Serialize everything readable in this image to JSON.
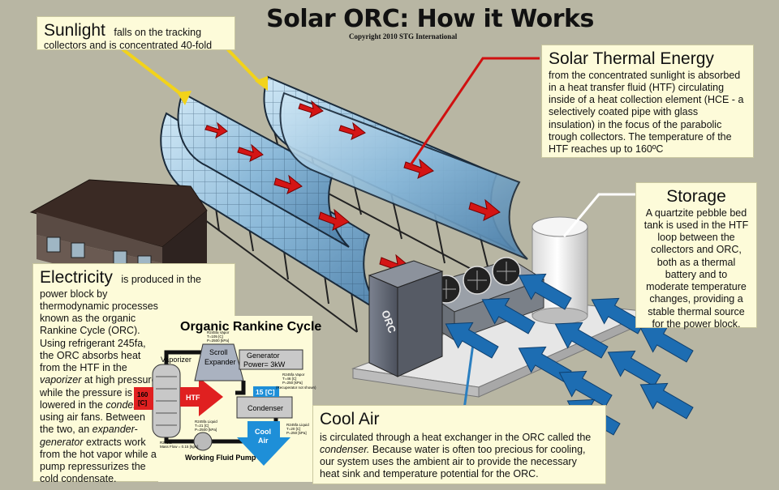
{
  "title": "Solar ORC: How it Works",
  "copyright": "Copyright 2010 STG International",
  "sunlight": {
    "heading": "Sunlight",
    "line1": "falls on the tracking",
    "line2": "collectors and is concentrated 40-fold"
  },
  "thermal": {
    "heading": "Solar Thermal Energy",
    "body": "from the concentrated sunlight is absorbed in a heat transfer fluid (HTF) circulating inside of a heat collection element (HCE - a selectively coated pipe with glass insulation) in the focus of the parabolic trough collectors.  The temperature of the HTF reaches up to 160ºC"
  },
  "storage": {
    "heading": "Storage",
    "body": "A quartzite pebble bed tank is used in the HTF loop between the collectors and ORC, both as a thermal battery and to moderate temperature changes, providing a stable thermal source for the power block."
  },
  "electricity": {
    "heading": "Electricity",
    "line1": "is produced in the",
    "p1": "power block by thermodynamic processes known as the organic Rankine Cycle (ORC). Using refrigerant 245fa, the ORC absorbs heat from the HTF in the",
    "vaporizer": "vaporizer",
    "p2": "at high pressure, while the pressure is lowered in the",
    "condenser": "condenser",
    "p3": "using air fans. Between the two, an",
    "expander": "expander-generator",
    "p4": "extracts work from the hot vapor while a pump repressurizes the cold condensate."
  },
  "coolair": {
    "heading": "Cool Air",
    "p1": "is circulated through a heat exchanger in the ORC called the",
    "condenser": "condenser.",
    "p2": "Because water is often too precious for cooling, our system uses the ambient air to provide the necessary heat sink and temperature potential for the ORC."
  },
  "cycle": {
    "title": "Organic Rankine Cycle",
    "vaporizer": "Vaporizer",
    "scroll": "Scroll",
    "expander": "Expander",
    "generator": "Generator",
    "power": "Power= 3kW",
    "htf": "HTF",
    "hot_temp": "160",
    "hot_unit": "[C]",
    "cold_temp": "15 [C]",
    "condenser": "Condenser",
    "cool": "Cool",
    "air": "Air",
    "pump": "Working Fluid Pump",
    "vapor_hi_1": "R245fa Vapor",
    "vapor_hi_2": "T=105 [C]",
    "vapor_hi_3": "P=2500 [kPa]",
    "vapor_lo_1": "R245fa Vapor",
    "vapor_lo_2": "T=46 [C]",
    "vapor_lo_3": "P=250 [kPa]",
    "vapor_lo_4": "(Recuperator not shown)",
    "liquid_hi_1": "R245fa Liquid",
    "liquid_hi_2": "T=21 [C]",
    "liquid_hi_3": "P=2500 [kPa]",
    "liquid_lo_1": "R245fa Liquid",
    "liquid_lo_2": "T=20 [C]",
    "liquid_lo_3": "P=250 [kPa]",
    "flow_1": "R245fa",
    "flow_2": "Mass Flow = 0.15 [kg/s]"
  },
  "orc_label": "ORC",
  "colors": {
    "background": "#b8b6a3",
    "box": "#fdfbd9",
    "sun_arrow": "#f2d31a",
    "heat_line": "#d01010",
    "cool_line": "#2b7fc0",
    "air_arrow": "#1d6db2",
    "hot": "#e02020",
    "cold": "#1e8fd8"
  }
}
